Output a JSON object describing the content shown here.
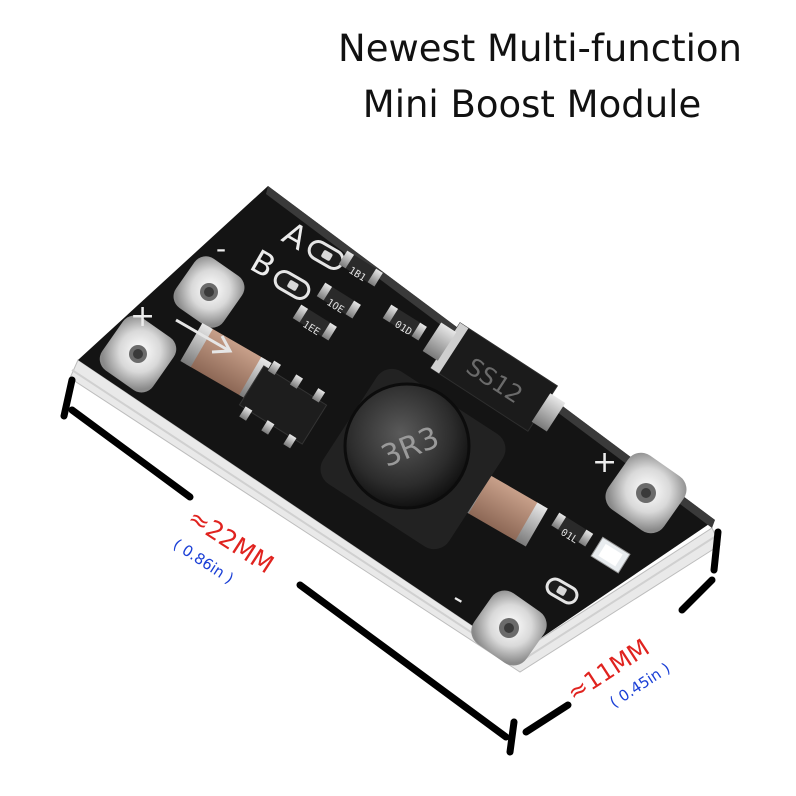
{
  "heading": {
    "line1": "Newest Multi-function",
    "line2": "Mini Boost Module"
  },
  "board": {
    "silkscreen": {
      "pad_a": "A",
      "pad_b": "B",
      "minus_left": "-",
      "plus_left": "+",
      "plus_right": "+",
      "minus_right": "-"
    },
    "inductor_marking": "3R3",
    "diode_marking": "SS12",
    "resistor_markings": [
      "1B1",
      "1OE",
      "1EE",
      "01D",
      "01L"
    ]
  },
  "dimensions": {
    "length": {
      "metric": "≈22MM",
      "imperial": "( 0.86in )"
    },
    "width": {
      "metric": "≈11MM",
      "imperial": "( 0.45in )"
    }
  },
  "colors": {
    "board": "#111111",
    "board_edge": "#e6e6e6",
    "metric_text": "#e0231f",
    "imperial_text": "#1a3fd6",
    "pad": "#cfcfcf",
    "capacitor": "#b48a72",
    "led": "#f4fbff"
  }
}
